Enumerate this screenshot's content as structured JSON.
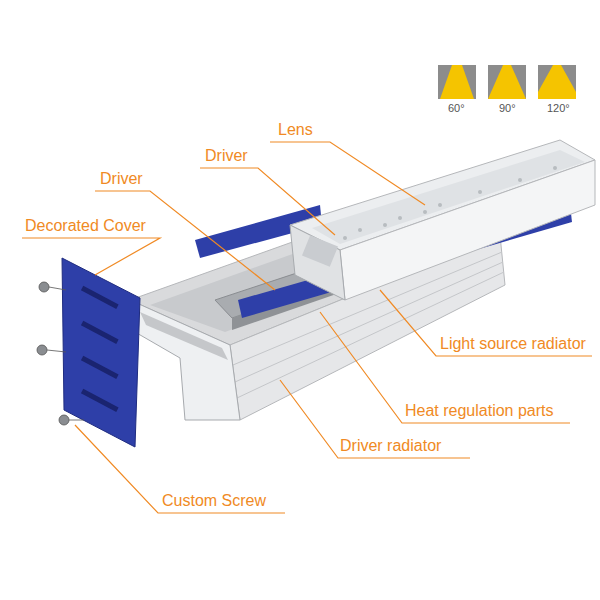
{
  "diagram": {
    "labels": [
      "60°",
      "90°",
      "120°",
      "Lens",
      "Driver",
      "Driver",
      "Decorated Cover",
      "Light source radiator",
      "Heat regulation parts",
      "Driver radiator",
      "Custom Screw"
    ]
  }
}
